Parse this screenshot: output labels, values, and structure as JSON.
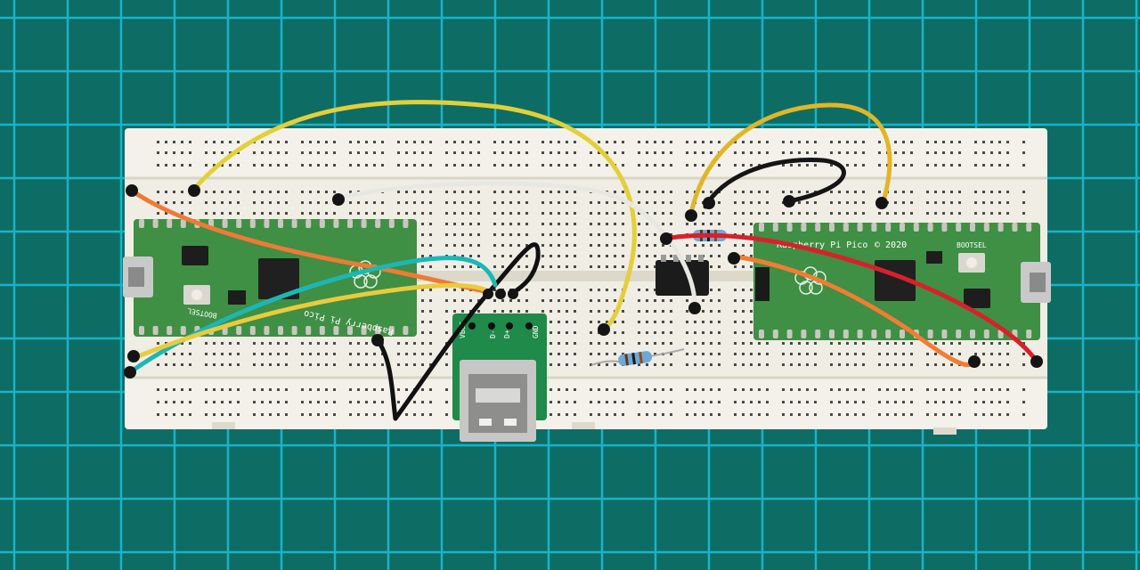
{
  "scene": {
    "background_color": "#0d6d64",
    "grid_color": "#19b3c9",
    "breadboard_color": "#efede4"
  },
  "boards": [
    {
      "name": "left-pico",
      "labels": {
        "product": "Raspberry Pi Pico",
        "bootsel": "BOOTSEL"
      },
      "pcb_color": "#3f8f45"
    },
    {
      "name": "right-pico",
      "labels": {
        "product": "Raspberry Pi Pico",
        "year": "© 2020",
        "bootsel": "BOOTSEL"
      },
      "pcb_color": "#3f8f45"
    }
  ],
  "usb_breakout": {
    "pin_labels": [
      "VBUS",
      "D-",
      "D+",
      "GND"
    ],
    "pcb_color": "#1f8a4a"
  },
  "wires": [
    {
      "name": "yellow-wire-long",
      "color": "#e3cf3a"
    },
    {
      "name": "yellow-wire-right",
      "color": "#e0b628"
    },
    {
      "name": "white-wire",
      "color": "#e8e8e2"
    },
    {
      "name": "black-wire-top",
      "color": "#151515"
    },
    {
      "name": "black-wire-usb",
      "color": "#111111"
    },
    {
      "name": "orange-wire-left",
      "color": "#ef7a35"
    },
    {
      "name": "orange-wire-right",
      "color": "#f07d32"
    },
    {
      "name": "red-wire",
      "color": "#d9202a"
    },
    {
      "name": "cyan-wire",
      "color": "#1bb7b7"
    },
    {
      "name": "yellow-wire-left",
      "color": "#eacb3c"
    }
  ]
}
